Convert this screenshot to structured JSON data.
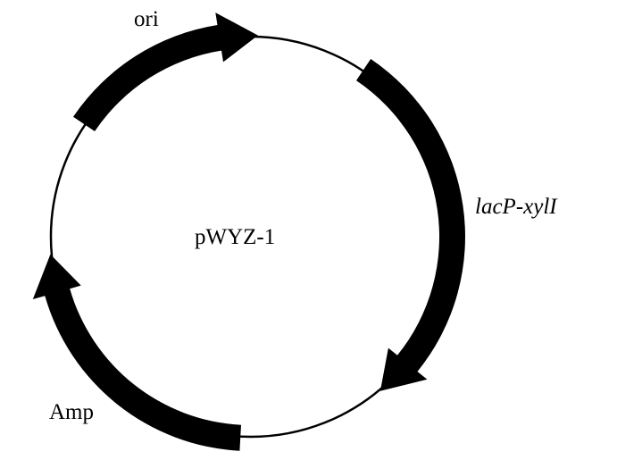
{
  "plasmid": {
    "name": "pWYZ-1",
    "color": "#000000",
    "features": [
      {
        "id": "ori",
        "label": "ori",
        "italic": false
      },
      {
        "id": "lacp",
        "label": "lacP-xylI",
        "italic": true
      },
      {
        "id": "amp",
        "label": "Amp",
        "italic": false
      }
    ]
  }
}
